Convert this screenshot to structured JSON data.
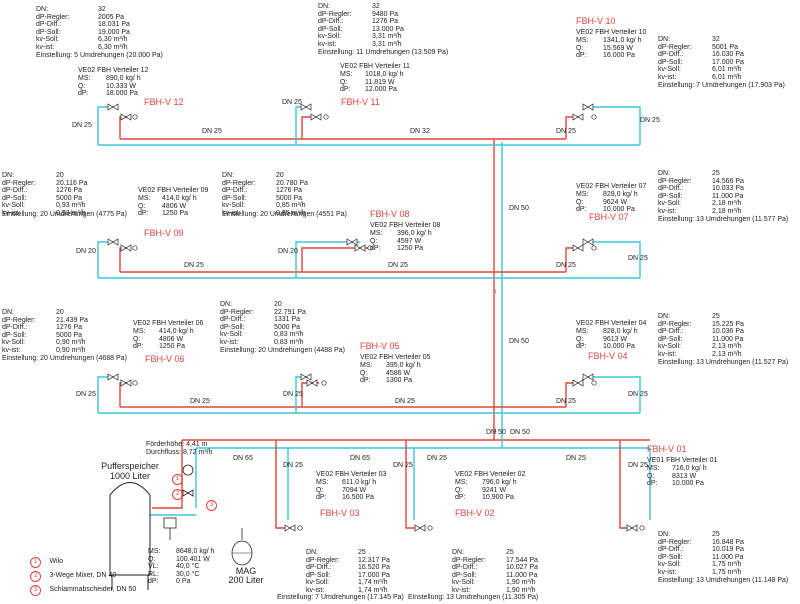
{
  "colors": {
    "supply": "#e0453b",
    "return": "#3cc6d8",
    "line": "#222222"
  },
  "circuits": {
    "v12": {
      "title": "FBH-V 12",
      "params": [
        "DN:",
        "dP-Regler:",
        "dP-Diff.:",
        "dP-Soll:",
        "kv-Soll:",
        "kv-ist:"
      ],
      "values": [
        "32",
        "2005 Pa",
        "18.031 Pa",
        "19.000 Pa",
        "6,30 m³/h",
        "6,30 m³/h"
      ],
      "setting": "Einstellung: 5 Umdrehungen (20.000 Pa)",
      "block_head": "VE02 FBH Verteiler 12",
      "block_params": [
        "MS:",
        "Q:",
        "dP:"
      ],
      "block_values": [
        "890,0 kg/ h",
        "10.333 W",
        "18.000 Pa"
      ]
    },
    "v11": {
      "title": "FBH-V 11",
      "params": [
        "DN:",
        "dP-Regler:",
        "dP-Diff.:",
        "dP-Soll:",
        "kv-Soll:",
        "kv-ist:"
      ],
      "values": [
        "32",
        "9480 Pa",
        "1276 Pa",
        "13.000 Pa",
        "3,31 m³/h",
        "3,31 m³/h"
      ],
      "setting": "Einstellung: 11 Umdrehungen (13.509 Pa)",
      "block_head": "VE02 FBH Verteiler 11",
      "block_params": [
        "MS:",
        "Q:",
        "dP:"
      ],
      "block_values": [
        "1018,0 kg/ h",
        "11.819 W",
        "12.000 Pa"
      ]
    },
    "v10": {
      "title": "FBH-V 10",
      "block_head": "VE02 FBH Verteiler 10",
      "block_params": [
        "MS:",
        "Q:",
        "dP:"
      ],
      "block_values": [
        "1341,0 kg/ h",
        "15.569 W",
        "16.000 Pa"
      ],
      "params": [
        "DN:",
        "dP-Regler:",
        "dP-Diff.:",
        "dP-Soll:",
        "kv-Soll:",
        "kv-ist:"
      ],
      "values": [
        "32",
        "5001 Pa",
        "16.030 Pa",
        "17.000 Pa",
        "6,01 m³/h",
        "6,01 m³/h"
      ],
      "setting": "Einstellung: 7 Umdrehungen (17.903 Pa)"
    },
    "v09": {
      "title": "FBH-V 09",
      "params": [
        "DN:",
        "dP-Regler:",
        "dP-Diff.:",
        "dP-Soll:",
        "kv-Soll:",
        "kv-ist:"
      ],
      "values": [
        "20",
        "20.116 Pa",
        "1276 Pa",
        "5000 Pa",
        "0,93 m³/h",
        "0,93 m³/h"
      ],
      "setting": "Einstellung: 20 Umdrehungen (4775 Pa)",
      "block_head": "VE02 FBH Verteiler 09",
      "block_params": [
        "MS:",
        "Q:",
        "dP:"
      ],
      "block_values": [
        "414,0 kg/ h",
        "4806 W",
        "1250 Pa"
      ]
    },
    "v08": {
      "title": "FBH-V 08",
      "params": [
        "DN:",
        "dP-Regler:",
        "dP-Diff.:",
        "dP-Soll:",
        "kv-Soll:",
        "kv-ist:"
      ],
      "values": [
        "20",
        "20.780 Pa",
        "1276 Pa",
        "5000 Pa",
        "0,85 m³/h",
        "0,85 m³/h"
      ],
      "setting": "Einstellung: 20 Umdrehungen (4551 Pa)",
      "block_head": "VE02 FBH Verteiler 08",
      "block_params": [
        "MS:",
        "Q:",
        "dP:"
      ],
      "block_values": [
        "396,0 kg/ h",
        "4597 W",
        "1250 Pa"
      ]
    },
    "v07": {
      "title": "FBH-V 07",
      "block_head": "VE02 FBH Verteiler 07",
      "block_params": [
        "MS:",
        "Q:",
        "dP:"
      ],
      "block_values": [
        "829,0 kg/ h",
        "9624 W",
        "10.000 Pa"
      ],
      "params": [
        "DN:",
        "dP-Regler:",
        "dP-Diff.:",
        "dP-Soll:",
        "kv-Soll:",
        "kv-ist:"
      ],
      "values": [
        "25",
        "14.566 Pa",
        "10.033 Pa",
        "11.000 Pa",
        "2,18 m³/h",
        "2,18 m³/h"
      ],
      "setting": "Einstellung: 13 Umdrehungen (11.577 Pa)"
    },
    "v06": {
      "title": "FBH-V 06",
      "params": [
        "DN:",
        "dP-Regler:",
        "dP-Diff.:",
        "dP-Soll:",
        "kv-Soll:",
        "kv-ist:"
      ],
      "values": [
        "20",
        "21.439 Pa",
        "1276 Pa",
        "5000 Pa",
        "0,90 m³/h",
        "0,90 m³/h"
      ],
      "setting": "Einstellung: 20 Umdrehungen (4688 Pa)",
      "block_head": "VE02 FBH Verteiler 06",
      "block_params": [
        "MS:",
        "Q:",
        "dP:"
      ],
      "block_values": [
        "414,0 kg/ h",
        "4806 W",
        "1250 Pa"
      ]
    },
    "v05": {
      "title": "FBH-V 05",
      "params": [
        "DN:",
        "dP-Regler:",
        "dP-Diff.:",
        "dP-Soll:",
        "kv-Soll:",
        "kv-ist:"
      ],
      "values": [
        "20",
        "22.791 Pa",
        "1331 Pa",
        "5000 Pa",
        "0,83 m³/h",
        "0,83 m³/h"
      ],
      "setting": "Einstellung: 20 Umdrehungen (4488 Pa)",
      "block_head": "VE02 FBH Verteiler 05",
      "block_params": [
        "MS:",
        "Q:",
        "dP:"
      ],
      "block_values": [
        "395,0 kg/ h",
        "4586 W",
        "1300 Pa"
      ]
    },
    "v04": {
      "title": "FBH-V 04",
      "block_head": "VE02 FBH Verteiler 04",
      "block_params": [
        "MS:",
        "Q:",
        "dP:"
      ],
      "block_values": [
        "828,0 kg/ h",
        "9613 W",
        "10.000 Pa"
      ],
      "params": [
        "DN:",
        "dP-Regler:",
        "dP-Diff.:",
        "dP-Soll:",
        "kv-Soll:",
        "kv-ist:"
      ],
      "values": [
        "25",
        "15.225 Pa",
        "10.036 Pa",
        "11.000 Pa",
        "2,13 m³/h",
        "2,13 m³/h"
      ],
      "setting": "Einstellung: 13 Umdrehungen (11.527 Pa)"
    },
    "v03": {
      "title": "FBH-V 03",
      "block_head": "VE02 FBH Verteiler 03",
      "block_params": [
        "MS:",
        "Q:",
        "dP:"
      ],
      "block_values": [
        "611,0 kg/ h",
        "7094 W",
        "16.500 Pa"
      ],
      "params": [
        "DN:",
        "dP-Regler:",
        "dP-Diff.:",
        "dP-Soll:",
        "kv-Soll:",
        "kv-ist:"
      ],
      "values": [
        "25",
        "12.317 Pa",
        "16.520 Pa",
        "17.000 Pa",
        "1,74 m³/h",
        "1,74 m³/h"
      ],
      "setting": "Einstellung: 7 Umdrehungen (17.145 Pa)"
    },
    "v02": {
      "title": "FBH-V 02",
      "block_head": "VE02 FBH Verteiler 02",
      "block_params": [
        "MS:",
        "Q:",
        "dP:"
      ],
      "block_values": [
        "796,0 kg/ h",
        "9241 W",
        "10.900 Pa"
      ],
      "params": [
        "DN:",
        "dP-Regler:",
        "dP-Diff.:",
        "dP-Soll:",
        "kv-Soll:",
        "kv-ist:"
      ],
      "values": [
        "25",
        "17.544 Pa",
        "10.027 Pa",
        "11.000 Pa",
        "1,90 m³/h",
        "1,90 m³/h"
      ],
      "setting": "Einstellung: 13 Umdrehungen (11.305 Pa)"
    },
    "v01": {
      "title": "FBH-V 01",
      "block_head": "VE01 FBH Verteiler 01",
      "block_params": [
        "MS:",
        "Q:",
        "dP:"
      ],
      "block_values": [
        "716,0 kg/ h",
        "8313 W",
        "10.000 Pa"
      ],
      "params": [
        "DN:",
        "dP-Regler:",
        "dP-Diff.:",
        "dP-Soll:",
        "kv-Soll:",
        "kv-ist:"
      ],
      "values": [
        "25",
        "16.848 Pa",
        "10.019 Pa",
        "11.000 Pa",
        "1,75 m³/h",
        "1,75 m³/h"
      ],
      "setting": "Einstellung: 13 Umdrehungen (11.148 Pa)"
    }
  },
  "pipe_labels": {
    "dn25": "DN 25",
    "dn20": "DN 20",
    "dn32": "DN 32",
    "dn50": "DN 50",
    "dn65": "DN 65"
  },
  "plant": {
    "pump_head": "Förderhöhe: 4,41 m",
    "pump_flow": "Durchfluss: 8,72 m³/h",
    "tank_name": "Pufferspeicher",
    "tank_size": "1000 Liter",
    "mag_name": "MAG",
    "mag_size": "200 Liter",
    "summary_params": [
      "MS:",
      "Q:",
      "VL:",
      "RL:",
      "dP:"
    ],
    "summary_values": [
      "8648,0 kg/ h",
      "100.401 W",
      "40,0 °C",
      "30,0 °C",
      "0 Pa"
    ]
  },
  "legend": [
    {
      "num": "1",
      "text": "Wilo"
    },
    {
      "num": "2",
      "text": "3-Wege Mixer, DN 40"
    },
    {
      "num": "3",
      "text": "Schlammabscheider, DN 50"
    }
  ]
}
